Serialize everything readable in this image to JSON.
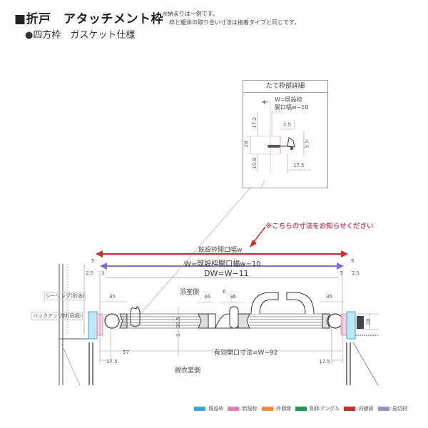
{
  "header": {
    "title": "■折戸　アタッチメント枠",
    "subtitle": "●四方枠　ガスケット仕様",
    "notes": [
      "※納まりは一例です。",
      "枠と躯体の取り合い寸法は接着タイプと同じです。"
    ]
  },
  "detail_inset": {
    "title": "たて枠部詳細",
    "label_line1": "W=既設枠",
    "label_line2": "開口幅w−10",
    "dims": {
      "d17_2": "17.2",
      "d28": "28",
      "d10_8": "10.8",
      "d2_5": "2.5",
      "d5_5": "5.5",
      "d17_5": "17.5"
    }
  },
  "request_note": "※こちらの寸法をお知らせください",
  "main_section": {
    "dim_existing_opening": "既設枠開口幅w",
    "dim_w": "W=既設枠開口幅w−10",
    "dim_dw": "DW=W−11",
    "left_dims": {
      "d5": "5",
      "d2_5": "2.5",
      "d3": "3"
    },
    "right_dims": {
      "d5": "5",
      "d2_5": "2.5",
      "d3": "3"
    },
    "bathroom_side": "浴室側",
    "dressing_side": "脱衣室側",
    "sealing_label": "シーリング(別途)",
    "backup_label": "バックアップ材(同梱)",
    "dim_35_left": "35",
    "dim_35_right": "35",
    "dim_36_a": "36",
    "dim_6": "6",
    "dim_36_b": "36",
    "dim_20_5": "20.5",
    "dim_3_vert": "3",
    "dim_28": "28",
    "dim_57": "57",
    "dim_17_5_left": "17.5",
    "dim_17_5_right": "17.5",
    "effective_opening": "有効開口寸法=W−92"
  },
  "legend": [
    {
      "label": ":既設枠",
      "color": "#3aa6d8"
    },
    {
      "label": ":新設枠",
      "color": "#e57fb3"
    },
    {
      "label": ":外額縁",
      "color": "#f08c3a"
    },
    {
      "label": ":別体アングル",
      "color": "#1e9a55"
    },
    {
      "label": ":内額縁",
      "color": "#d52a2a"
    },
    {
      "label": ":見切材",
      "color": "#9b8fc8"
    }
  ]
}
